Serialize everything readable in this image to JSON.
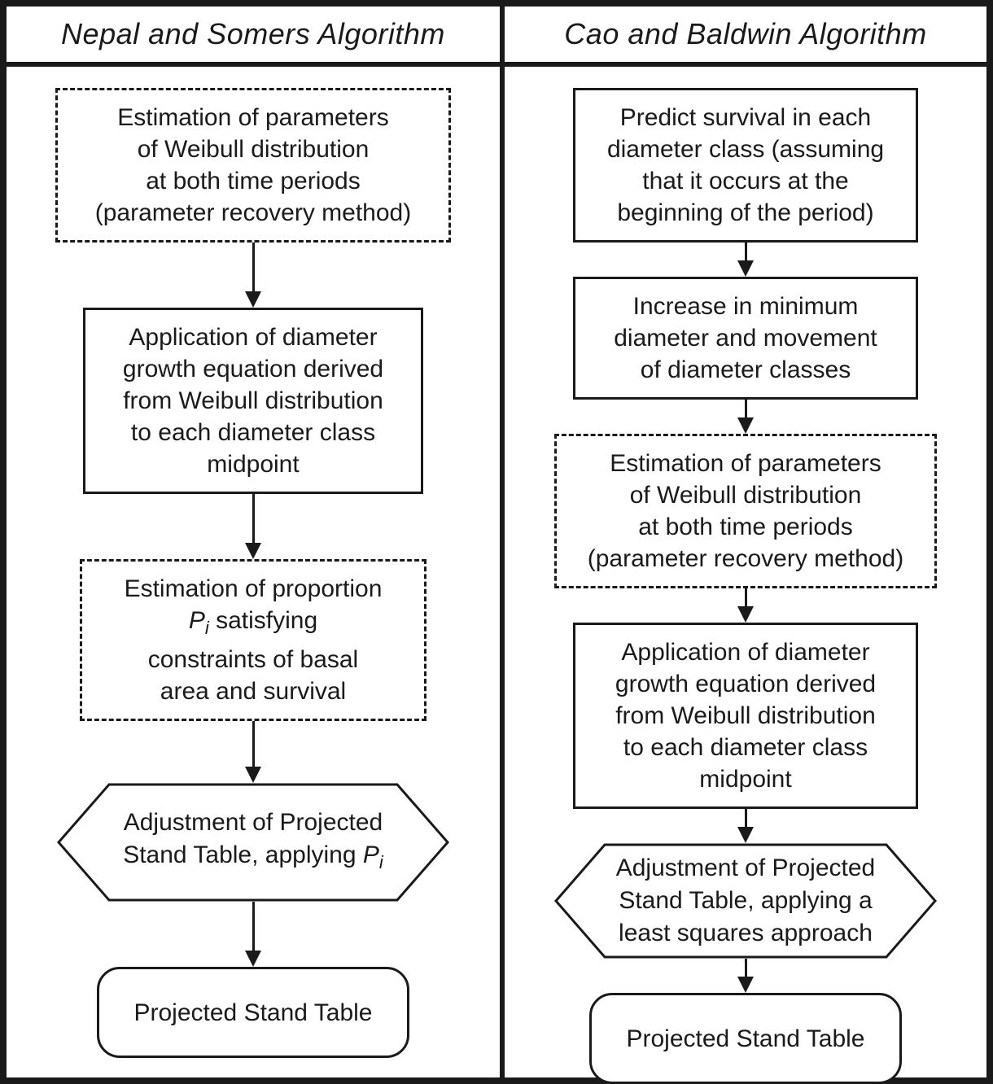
{
  "colors": {
    "ink": "#1a1a1a",
    "paper": "#ffffff"
  },
  "header": {
    "left_title": "Nepal and Somers Algorithm",
    "right_title": "Cao and Baldwin Algorithm"
  },
  "left_column": {
    "box_weibull_params": {
      "lines": [
        "Estimation of parameters",
        "of Weibull distribution",
        "at both time periods",
        "(parameter recovery method)"
      ]
    },
    "box_growth_equation": {
      "lines": [
        "Application of diameter",
        "growth equation derived",
        "from Weibull distribution",
        "to each diameter class",
        "midpoint"
      ]
    },
    "box_proportion": {
      "line1": "Estimation of proportion",
      "p_symbol": "P",
      "p_subscript": "i",
      "line2_rest": " satisfying",
      "line3": "constraints of basal",
      "line4": "area and survival"
    },
    "hex_adjustment": {
      "line1": "Adjustment of Projected",
      "line2_prefix": "Stand Table, applying ",
      "p_symbol": "P",
      "p_subscript": "i"
    },
    "result_box": {
      "label": "Projected Stand Table"
    }
  },
  "right_column": {
    "box_survival": {
      "lines": [
        "Predict survival in each",
        "diameter class (assuming",
        "that it occurs at the",
        "beginning of the period)"
      ]
    },
    "box_min_diameter": {
      "lines": [
        "Increase in minimum",
        "diameter and movement",
        "of diameter classes"
      ]
    },
    "box_weibull_params": {
      "lines": [
        "Estimation of parameters",
        "of Weibull distribution",
        "at both time periods",
        "(parameter recovery method)"
      ]
    },
    "box_growth_equation": {
      "lines": [
        "Application of diameter",
        "growth equation derived",
        "from Weibull distribution",
        "to each diameter class",
        "midpoint"
      ]
    },
    "hex_adjustment": {
      "lines": [
        "Adjustment of Projected",
        "Stand Table, applying a",
        "least squares approach"
      ]
    },
    "result_box": {
      "label": "Projected Stand Table"
    }
  }
}
